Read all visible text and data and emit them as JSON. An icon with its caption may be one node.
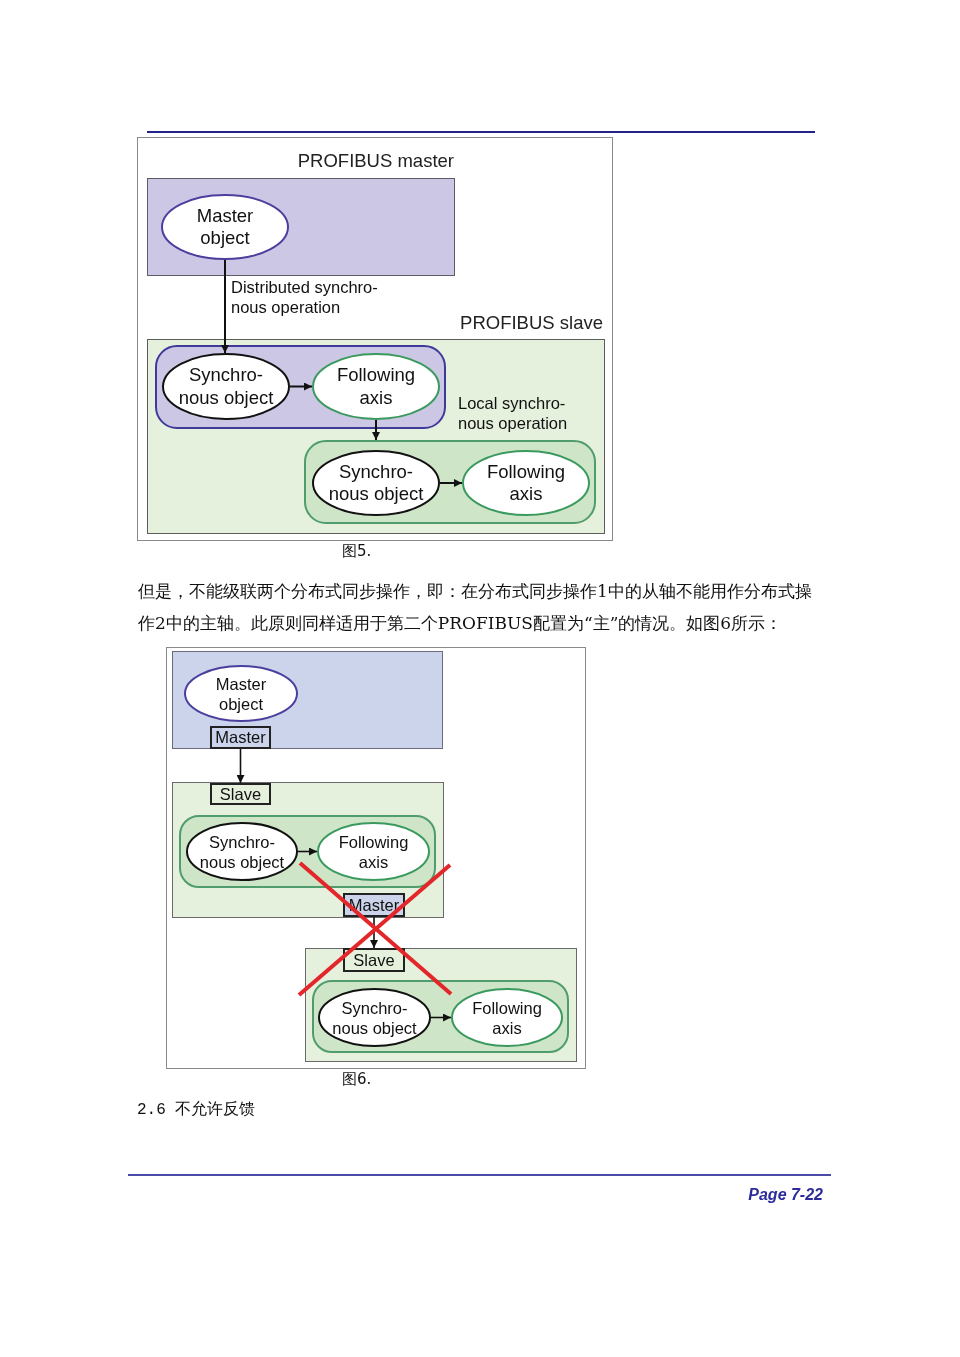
{
  "diagram": {
    "nodes": [
      {
        "text": [
          "PROFIBUS master"
        ]
      },
      {
        "text": [
          "Master object"
        ],
        "in": 0
      },
      {
        "text": [
          "PROFIBUS slave"
        ]
      },
      {
        "text": [],
        "shape": "box",
        "in": 2
      },
      {
        "text": [
          "Synchro- nous object"
        ],
        "in": 3
      },
      {
        "text": [
          "Following axis"
        ],
        "in": 3
      },
      {
        "text": [],
        "shape": "box",
        "in": 2
      },
      {
        "text": [
          "Synchro- nous object"
        ],
        "in": 6
      },
      {
        "text": [
          "Following axis"
        ],
        "in": 6
      },
      {
        "text": [],
        "shape": "box"
      },
      {
        "text": [
          "Master object"
        ],
        "in": 9
      },
      {
        "text": [
          "Master"
        ],
        "in": 9
      },
      {
        "text": [],
        "shape": "box"
      },
      {
        "text": [
          "Slave"
        ],
        "in": 12
      },
      {
        "text": [],
        "shape": "box",
        "in": 12
      },
      {
        "text": [
          "Synchro- nous object"
        ],
        "in": 14
      },
      {
        "text": [
          "Following axis"
        ],
        "in": 14
      },
      {
        "text": [
          "Master"
        ],
        "in": 12
      },
      {
        "text": [],
        "shape": "box"
      },
      {
        "text": [
          "Slave"
        ],
        "in": 18
      },
      {
        "text": [],
        "shape": "box",
        "in": 18
      },
      {
        "text": [
          "Synchro- nous object"
        ],
        "in": 20
      },
      {
        "text": [
          "Following axis"
        ],
        "in": 20
      }
    ],
    "edges": [
      {
        "from": 1,
        "to": 4,
        "arrow": "to",
        "label": "Distributed synchro- nous operation"
      },
      {
        "from": 4,
        "to": 5,
        "arrow": "to"
      },
      {
        "from": 5,
        "to": 6,
        "arrow": "to"
      },
      {
        "from": 7,
        "to": 8,
        "arrow": "to"
      },
      {
        "from": 11,
        "to": 13,
        "arrow": "to"
      },
      {
        "from": 15,
        "to": 16,
        "arrow": "to"
      },
      {
        "from": 17,
        "to": 19,
        "arrow": "to"
      },
      {
        "from": 21,
        "to": 22,
        "arrow": "to"
      }
    ],
    "labels": [
      "Local synchro- nous operation",
      "图5.",
      "但是，不能级联两个分布式同步操作，即：在分布式同步操作1中的从轴不能用作分布式操作2中的主轴。此原则同样适用于第二个PROFIBUS配置为“主”的情况。如图6所示：",
      "图6.",
      "2.6 不允许反馈",
      "Page 7-22"
    ]
  }
}
